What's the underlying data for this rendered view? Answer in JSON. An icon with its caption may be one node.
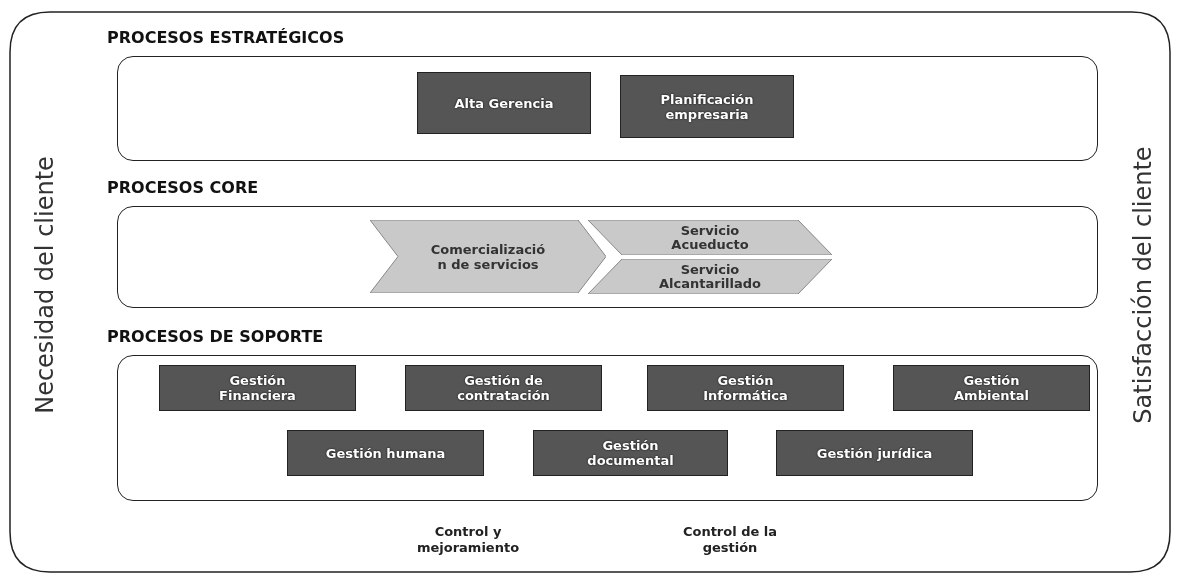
{
  "diagram": {
    "nodes": [
      {
        "text": [
          "PROCESOS ESTRATÉGICOS"
        ]
      },
      {
        "text": [
          "Alta Gerencia"
        ],
        "in": 0
      },
      {
        "text": [
          "Planificación empresaria"
        ],
        "in": 0
      },
      {
        "text": [
          "PROCESOS CORE"
        ]
      },
      {
        "text": [
          "Comercializació n de servicios"
        ],
        "in": 3
      },
      {
        "text": [
          "Servicio Acueducto"
        ],
        "in": 3
      },
      {
        "text": [
          "Servicio Alcantarillado"
        ],
        "in": 3
      },
      {
        "text": [
          "PROCESOS DE SOPORTE"
        ]
      },
      {
        "text": [
          "Gestión Financiera"
        ],
        "in": 7
      },
      {
        "text": [
          "Gestión de contratación"
        ],
        "in": 7
      },
      {
        "text": [
          "Gestión Informática"
        ],
        "in": 7
      },
      {
        "text": [
          "Gestión Ambiental"
        ],
        "in": 7
      },
      {
        "text": [
          "Gestión humana"
        ],
        "in": 7
      },
      {
        "text": [
          "Gestión documental"
        ],
        "in": 7
      },
      {
        "text": [
          "Gestión jurídica"
        ],
        "in": 7
      }
    ],
    "edges": [],
    "labels": [
      "Necesidad del cliente",
      "Satisfacción del cliente",
      "Control y mejoramiento",
      "Control de la gestión"
    ]
  }
}
